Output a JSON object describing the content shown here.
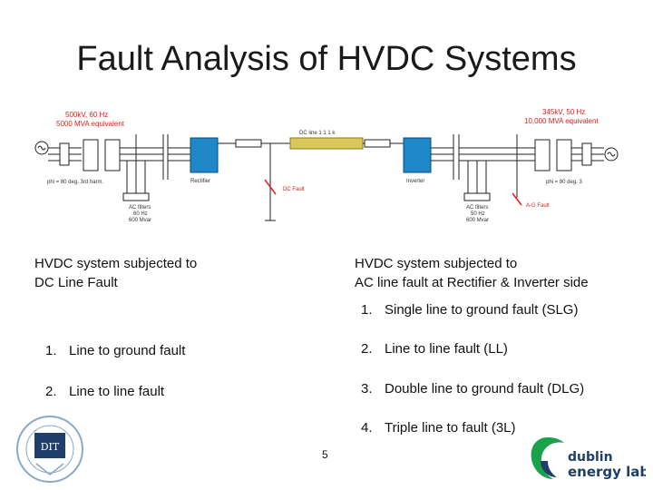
{
  "slide": {
    "title": "Fault Analysis of HVDC Systems",
    "page_number": "5"
  },
  "diagram": {
    "left_source_label_line1": "500kV, 60 Hz",
    "left_source_label_line2": "5000 MVA equivalent",
    "right_source_label_line1": "345kV, 50 Hz",
    "right_source_label_line2": "10,000 MVA equivalent",
    "dc_line_label": "DC line 1 1 1 k",
    "left_phase_label": "phi = 80 deg. 3rd harm.",
    "right_phase_label": "phi = 80 deg. 3",
    "rectifier_label": "Rectifier",
    "inverter_label": "Inverter",
    "left_filter_line1": "AC filters",
    "left_filter_line2": "60 Hz",
    "left_filter_line3": "600 Mvar",
    "right_filter_line1": "AC filters",
    "right_filter_line2": "50 Hz",
    "right_filter_line3": "600 Mvar",
    "dc_fault_label": "DC Fault",
    "ag_fault_label": "A-G Fault"
  },
  "left_block": {
    "heading_line1": "HVDC system subjected to",
    "heading_line2": "DC Line Fault",
    "items": [
      {
        "num": "1.",
        "text": "Line to ground fault"
      },
      {
        "num": "2.",
        "text": "Line to line fault"
      }
    ]
  },
  "right_block": {
    "heading_line1": "HVDC system subjected to",
    "heading_line2": "AC line fault  at Rectifier & Inverter side",
    "items": [
      {
        "num": "1.",
        "text": "Single line to ground  fault (SLG)"
      },
      {
        "num": "2.",
        "text": "Line to line fault (LL)"
      },
      {
        "num": "3.",
        "text": "Double line to ground fault (DLG)"
      },
      {
        "num": "4.",
        "text": "Triple line to fault (3L)"
      }
    ]
  },
  "logos": {
    "dit_text": "DIT",
    "dublin_line1": "dublin",
    "dublin_line2": "energy lab."
  },
  "colors": {
    "accent_blue": "#1f86c8",
    "fault_red": "#e0201a",
    "line_yellow": "#d9c95a",
    "logo_green": "#1aa24a",
    "logo_dark": "#1f3f6a"
  }
}
